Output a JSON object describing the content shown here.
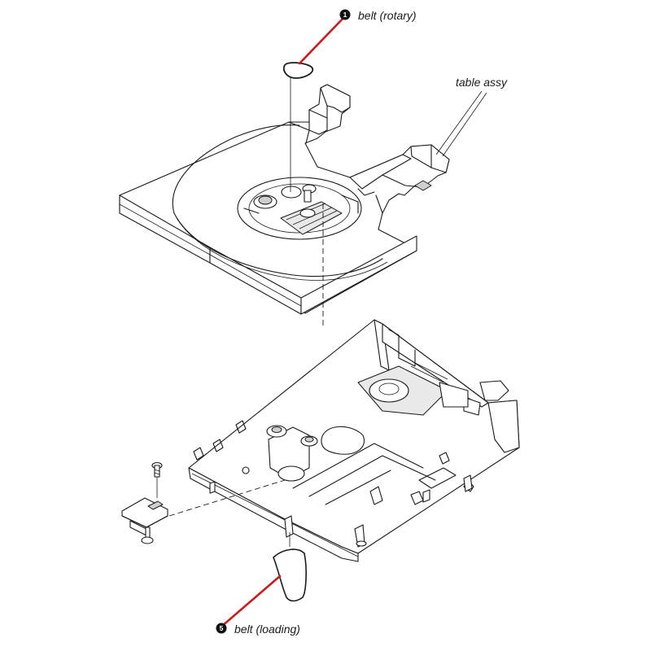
{
  "callouts": [
    {
      "number": "1",
      "label": "belt (rotary)"
    },
    {
      "number": "5",
      "label": "belt (loading)"
    }
  ],
  "labels": {
    "table_assy": "table assy"
  },
  "colors": {
    "leader": "#cc1a1a",
    "line": "#1a1a1a",
    "badge": "#111111"
  }
}
